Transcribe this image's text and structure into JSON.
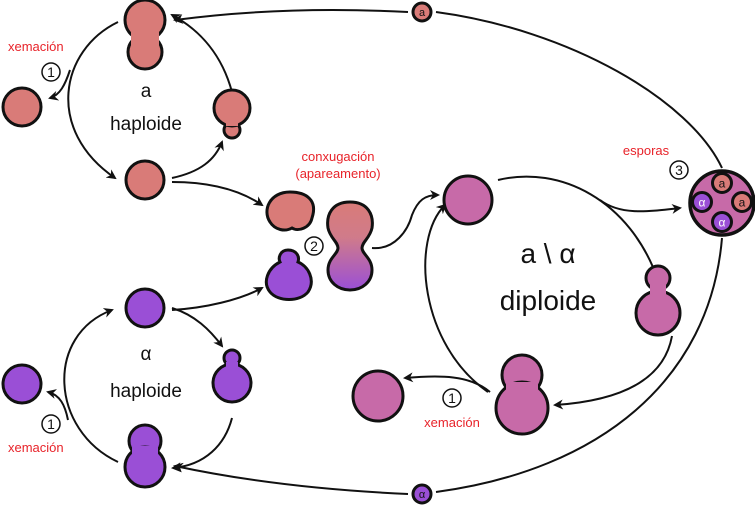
{
  "colors": {
    "haploid_a": "#d97b78",
    "haploid_alpha": "#9a4fd6",
    "diploid": "#c76aa8",
    "label_red": "#e8232a",
    "stroke": "#111111"
  },
  "haploid_a_cycle": {
    "mating_type": "a",
    "ploidy_label": "haploide"
  },
  "haploid_alpha_cycle": {
    "mating_type": "α",
    "ploidy_label": "haploide"
  },
  "diploid_cycle": {
    "mating_type": "a \\ α",
    "ploidy_label": "diploide"
  },
  "steps": {
    "budding_label": "xemación",
    "budding_number": "1",
    "mating_line1": "conxugación",
    "mating_line2": "(apareamento)",
    "mating_number": "2",
    "spores_label": "esporas",
    "spores_number": "3"
  },
  "spores": {
    "top": "a",
    "left": "α",
    "right": "a",
    "bottom": "α"
  },
  "return_paths": {
    "top_spore": "a",
    "bottom_spore": "α"
  }
}
